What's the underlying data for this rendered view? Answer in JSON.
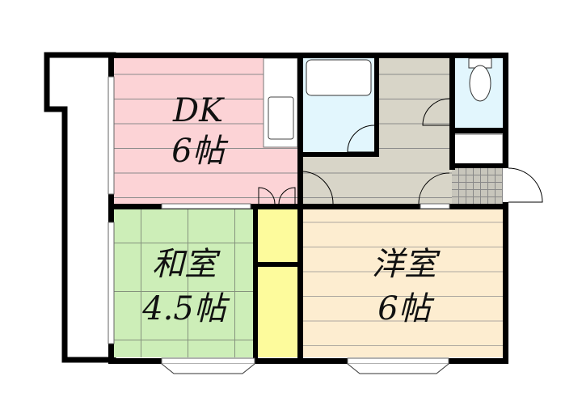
{
  "rooms": {
    "dk": {
      "name": "DK",
      "size": "6帖",
      "color": "#fcd3d6"
    },
    "washitsu": {
      "name": "和室",
      "size": "4.5帖",
      "color": "#cdeeb8"
    },
    "yoshitsu": {
      "name": "洋室",
      "size": "6帖",
      "color": "#fdedd0"
    },
    "hallway": {
      "color": "#d8d5c8"
    },
    "bath": {
      "color": "#e2f6fd"
    },
    "closet": {
      "color": "#fdfb9c"
    },
    "entrance": {
      "color": "#c8c6bc"
    }
  }
}
